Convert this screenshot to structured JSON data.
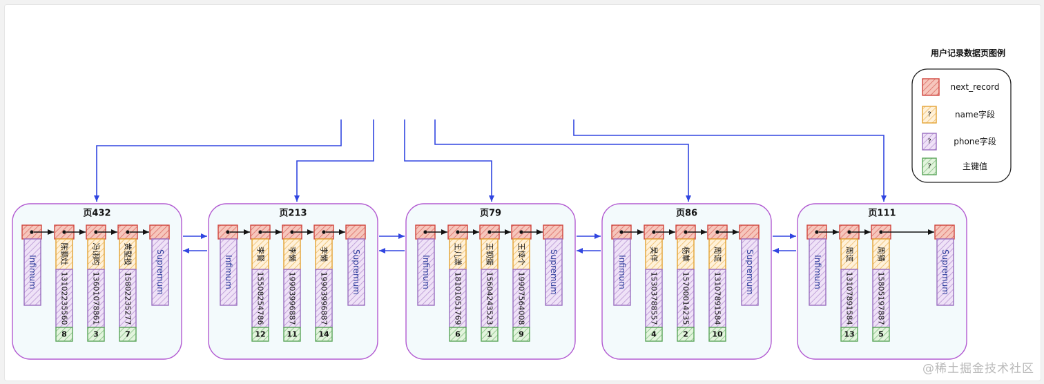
{
  "legend": {
    "title": "用户记录数据页图例",
    "items": [
      {
        "kind": "next",
        "label": "next_record",
        "glyph": ""
      },
      {
        "kind": "name",
        "label": "name字段",
        "glyph": "?"
      },
      {
        "kind": "phone",
        "label": "phone字段",
        "glyph": "?"
      },
      {
        "kind": "key",
        "label": "主键值",
        "glyph": "?"
      }
    ]
  },
  "colors": {
    "next": "#d0453d",
    "next_fill": "#f6c6bc",
    "name": "#e3a233",
    "name_fill": "#fff1d9",
    "phone": "#9a6fc0",
    "phone_fill": "#efe2f7",
    "key": "#5aa55a",
    "key_fill": "#e3f4dd",
    "page_border": "#b25ad1",
    "page_fill": "#f3fafc",
    "link": "#3045e0",
    "pointer": "#111111"
  },
  "infimum_label": "Infimum",
  "supremum_label": "Supremum",
  "pages": [
    {
      "title": "页432",
      "records": [
        {
          "name": "陈鹏灶",
          "phone": "13102235560",
          "key": "8"
        },
        {
          "name": "冯诩昀",
          "phone": "13601078861",
          "key": "3"
        },
        {
          "name": "黄堅投",
          "phone": "15802235277",
          "key": "7"
        }
      ]
    },
    {
      "title": "页213",
      "records": [
        {
          "name": "李賢",
          "phone": "15508254786",
          "key": "12"
        },
        {
          "name": "李懒",
          "phone": "19903996887",
          "key": "11"
        },
        {
          "name": "李懒",
          "phone": "19903996887",
          "key": "14"
        }
      ]
    },
    {
      "title": "页79",
      "records": [
        {
          "name": "王儿潇",
          "phone": "18101051769",
          "key": "6"
        },
        {
          "name": "王钢蛋",
          "phone": "15604243523",
          "key": "1"
        },
        {
          "name": "王悻个",
          "phone": "19907564008",
          "key": "9"
        }
      ]
    },
    {
      "title": "页86",
      "records": [
        {
          "name": "吴佯",
          "phone": "15303788557",
          "key": "4"
        },
        {
          "name": "杨華",
          "phone": "15700014235",
          "key": "2"
        },
        {
          "name": "周谎",
          "phone": "13107891584",
          "key": "10"
        }
      ]
    },
    {
      "title": "页111",
      "records": [
        {
          "name": "周谎",
          "phone": "13107891584",
          "key": "13"
        },
        {
          "name": "周猜",
          "phone": "15805197887",
          "key": "5"
        }
      ]
    }
  ],
  "watermark": "@稀土掘金技术社区"
}
